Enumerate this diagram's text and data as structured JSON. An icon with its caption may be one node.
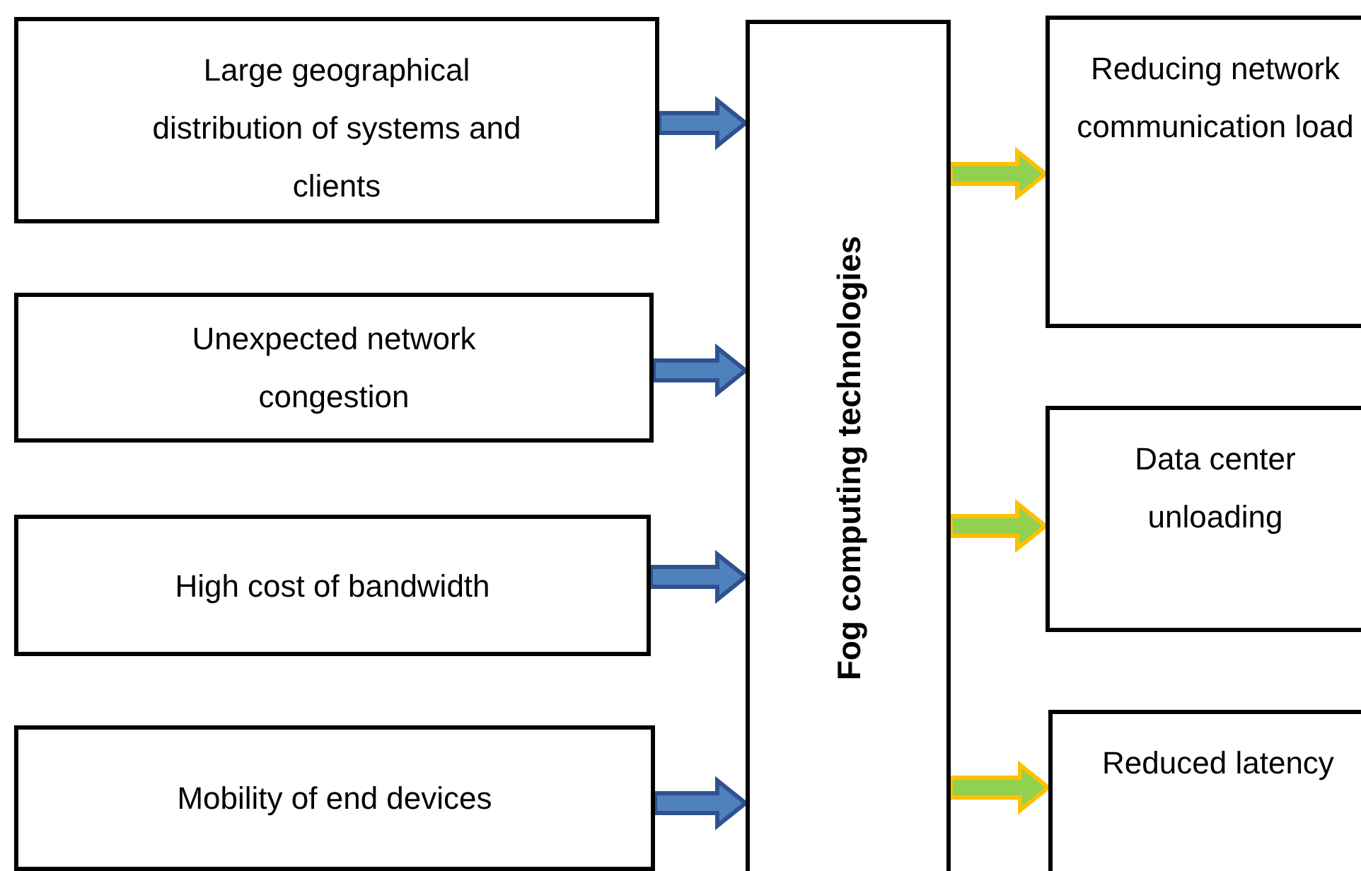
{
  "diagram": {
    "nodes": [
      {
        "text": [
          "Large geographical distribution of systems and clients"
        ]
      },
      {
        "text": [
          "Unexpected network congestion"
        ]
      },
      {
        "text": [
          "High cost of bandwidth"
        ]
      },
      {
        "text": [
          "Mobility of end devices"
        ]
      },
      {
        "text": [
          "Fog computing technologies"
        ]
      },
      {
        "text": [
          "Reducing network communication load"
        ]
      },
      {
        "text": [
          "Data center unloading"
        ]
      },
      {
        "text": [
          "Reduced latency"
        ]
      }
    ],
    "edges": [
      {
        "from": 0,
        "to": 4,
        "arrow": "to",
        "style": "thick",
        "color": "#4f81bd"
      },
      {
        "from": 1,
        "to": 4,
        "arrow": "to",
        "style": "thick",
        "color": "#4f81bd"
      },
      {
        "from": 2,
        "to": 4,
        "arrow": "to",
        "style": "thick",
        "color": "#4f81bd"
      },
      {
        "from": 3,
        "to": 4,
        "arrow": "to",
        "style": "thick",
        "color": "#4f81bd"
      },
      {
        "from": 4,
        "to": 5,
        "arrow": "to",
        "style": "thick",
        "color": "#92d050"
      },
      {
        "from": 4,
        "to": 6,
        "arrow": "to",
        "style": "thick",
        "color": "#92d050"
      },
      {
        "from": 4,
        "to": 7,
        "arrow": "to",
        "style": "thick",
        "color": "#92d050"
      }
    ]
  }
}
